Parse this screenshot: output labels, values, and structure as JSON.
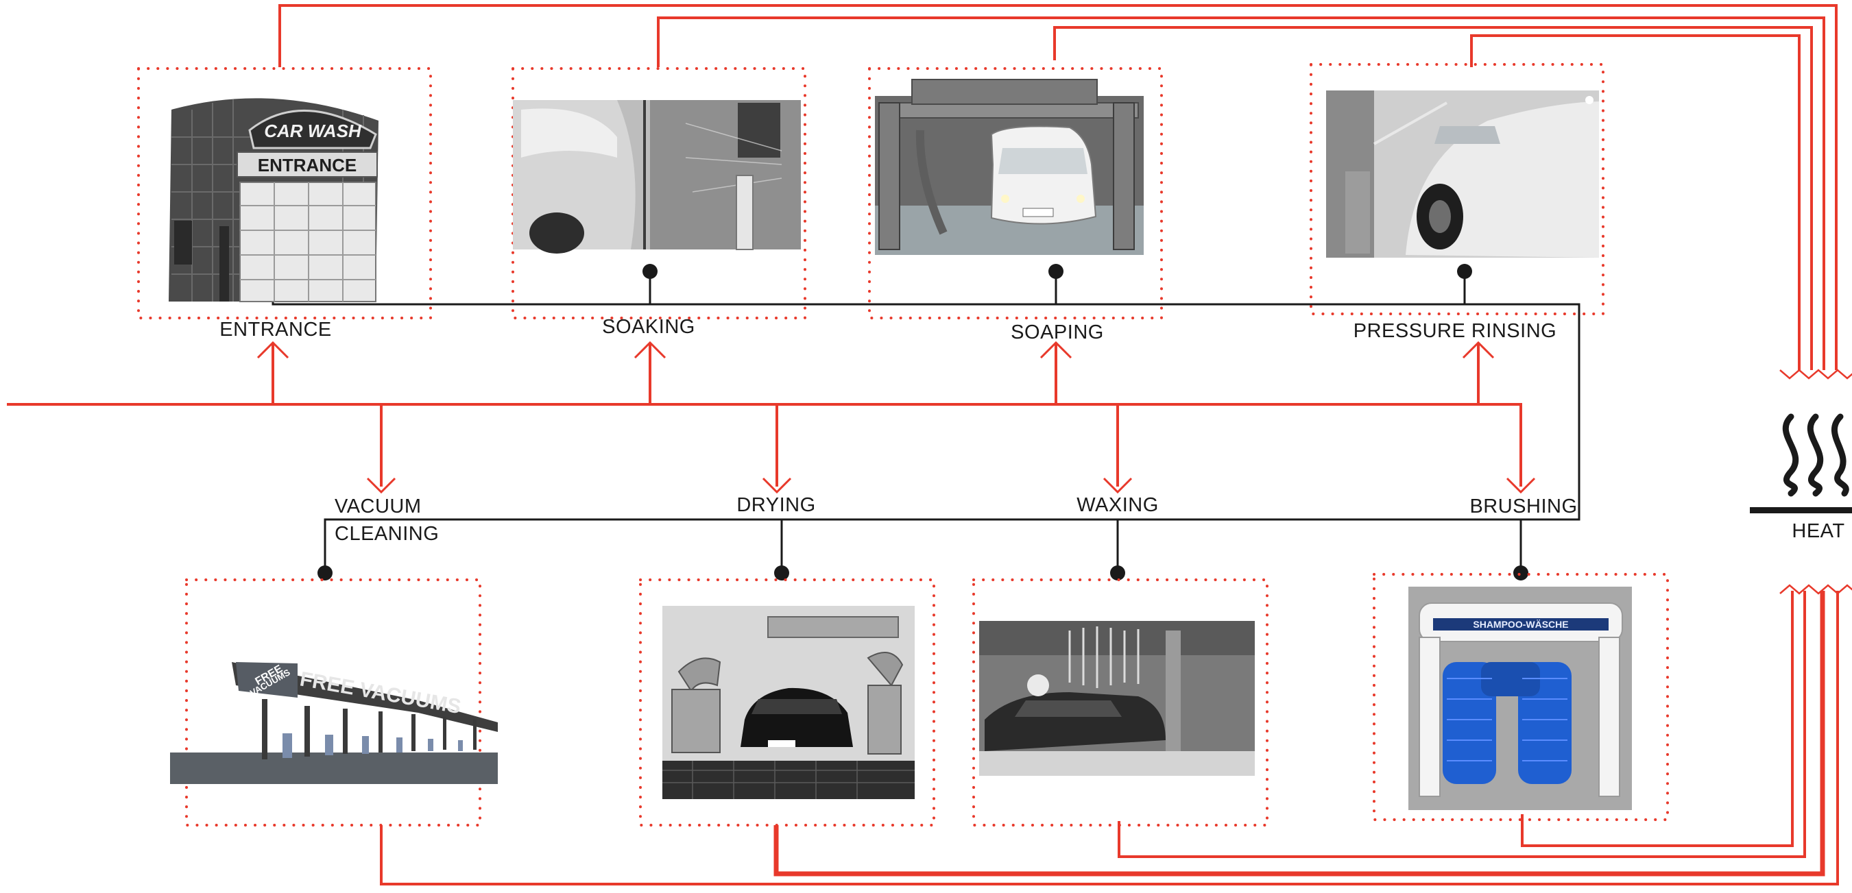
{
  "top_stages": [
    {
      "id": "entrance",
      "label": "ENTRANCE",
      "photo": "car-wash-entrance-photo"
    },
    {
      "id": "soaking",
      "label": "SOAKING",
      "photo": "soaking-sprayer-photo"
    },
    {
      "id": "soaping",
      "label": "SOAPING",
      "photo": "soaping-gantry-photo"
    },
    {
      "id": "pressure-rinsing",
      "label": "PRESSURE RINSING",
      "photo": "pressure-rinse-photo"
    }
  ],
  "bottom_stages": [
    {
      "id": "vacuum-cleaning",
      "label_line1": "VACUUM",
      "label_line2": "CLEANING",
      "photo": "free-vacuums-photo"
    },
    {
      "id": "drying",
      "label": "DRYING",
      "photo": "drying-blowers-photo"
    },
    {
      "id": "waxing",
      "label": "WAXING",
      "photo": "waxing-tunnel-photo"
    },
    {
      "id": "brushing",
      "label": "BRUSHING",
      "photo": "brush-gantry-photo"
    }
  ],
  "heat": {
    "label": "HEAT",
    "icon": "heat-icon"
  },
  "photo_text": {
    "car_wash_sign": "CAR WASH",
    "entrance_sign": "ENTRANCE",
    "free_vacuums": "FREE VACUUMS",
    "free_small": "FREE",
    "vacuums_small": "VACUUMS",
    "shampoo": "SHAMPOO-WÄSCHE"
  },
  "colors": {
    "heat_line": "#e8392b",
    "flow_line": "#1a1a1a",
    "frame_dots": "#e8392b",
    "brush_blue": "#1f5fd1"
  }
}
